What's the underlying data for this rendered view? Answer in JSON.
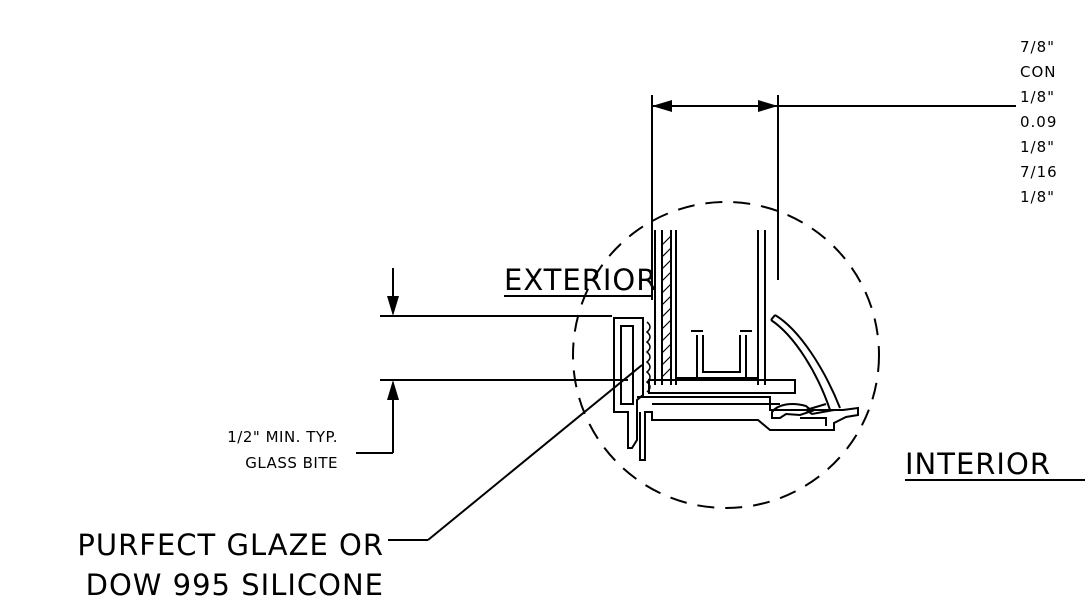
{
  "labels": {
    "exterior": "EXTERIOR",
    "interior": "INTERIOR",
    "glass_bite_line1": "1/2\" MIN. TYP.",
    "glass_bite_line2": "GLASS BITE",
    "sealant_line1": "PURFECT GLAZE OR",
    "sealant_line2": "DOW 995 SILICONE"
  },
  "glass_makeup": [
    "7/8\"",
    "CON",
    "1/8\"",
    "0.09",
    "1/8\"",
    "7/16",
    "1/8\""
  ]
}
